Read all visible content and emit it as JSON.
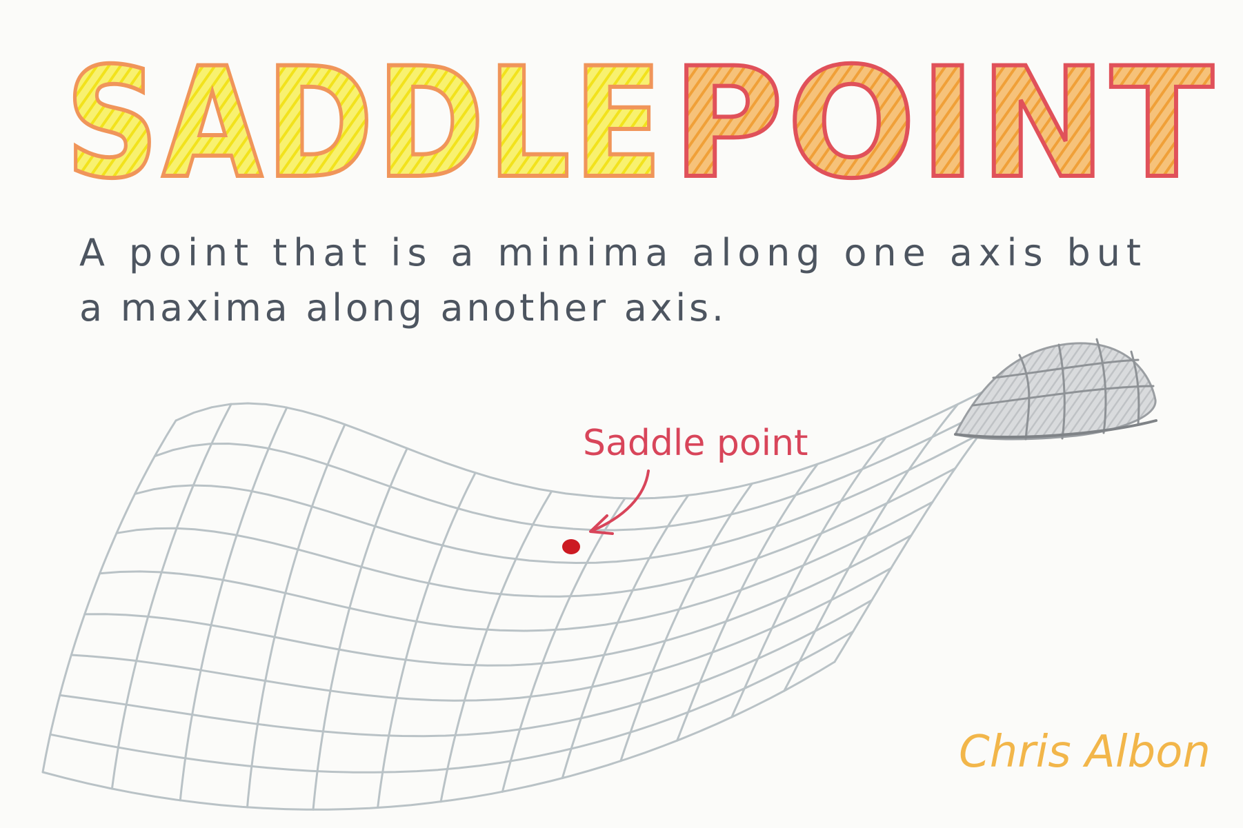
{
  "title": {
    "word1": "SADDLE",
    "word2": "POINT",
    "colors": {
      "word1_fill": "#f6ec2a",
      "word1_outline": "#f0955a",
      "word2_fill": "#f2a43c",
      "word2_outline": "#e0515a"
    }
  },
  "description": {
    "line1": "A point that is a minima along one axis but",
    "line2": "a maxima along another axis."
  },
  "diagram": {
    "annotation": "Saddle point",
    "annotation_color": "#d8455a",
    "point_color": "#cc1a22",
    "grid_color": "#b9c2c6",
    "shaded_color": "#a3a7ab"
  },
  "signature": "Chris Albon"
}
